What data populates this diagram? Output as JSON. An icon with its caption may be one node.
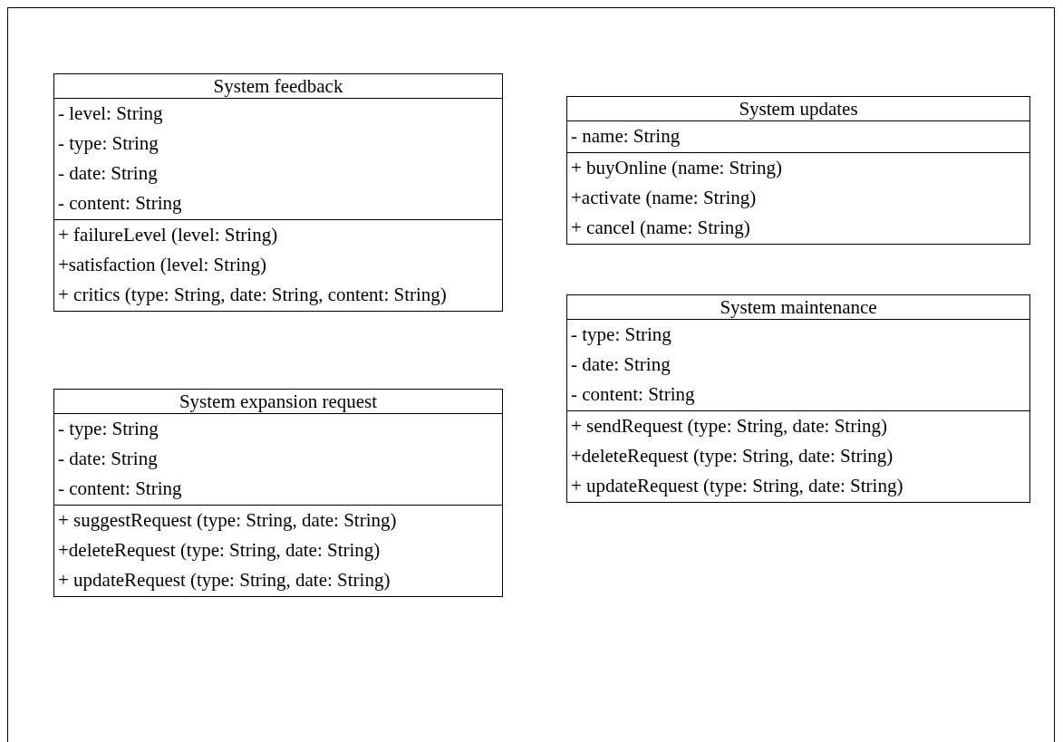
{
  "diagram": {
    "nodes": [
      {
        "text": [
          "System feedback"
        ]
      },
      {
        "text": [
          "- level: String",
          "- type: String",
          "- date: String",
          "- content: String"
        ],
        "in": 0
      },
      {
        "text": [
          "+ failureLevel (level: String)",
          "+satisfaction (level: String)",
          "+ critics (type: String, date: String, content: String)"
        ],
        "in": 0
      },
      {
        "text": [
          "System updates"
        ]
      },
      {
        "text": [
          "- name: String"
        ],
        "in": 3
      },
      {
        "text": [
          "+ buyOnline (name: String)",
          "+activate (name: String)",
          "+ cancel (name: String)"
        ],
        "in": 3
      },
      {
        "text": [
          "System maintenance"
        ]
      },
      {
        "text": [
          "- type: String",
          "- date: String",
          "- content: String"
        ],
        "in": 6
      },
      {
        "text": [
          "+ sendRequest (type: String, date: String)",
          "+deleteRequest (type: String, date: String)",
          "+ updateRequest (type: String, date: String)"
        ],
        "in": 6
      },
      {
        "text": [
          "System expansion request"
        ]
      },
      {
        "text": [
          "- type: String",
          "- date: String",
          "- content: String"
        ],
        "in": 9
      },
      {
        "text": [
          "+ suggestRequest (type: String, date: String)",
          "+deleteRequest (type: String, date: String)",
          "+ updateRequest (type: String, date: String)"
        ],
        "in": 9
      }
    ]
  }
}
